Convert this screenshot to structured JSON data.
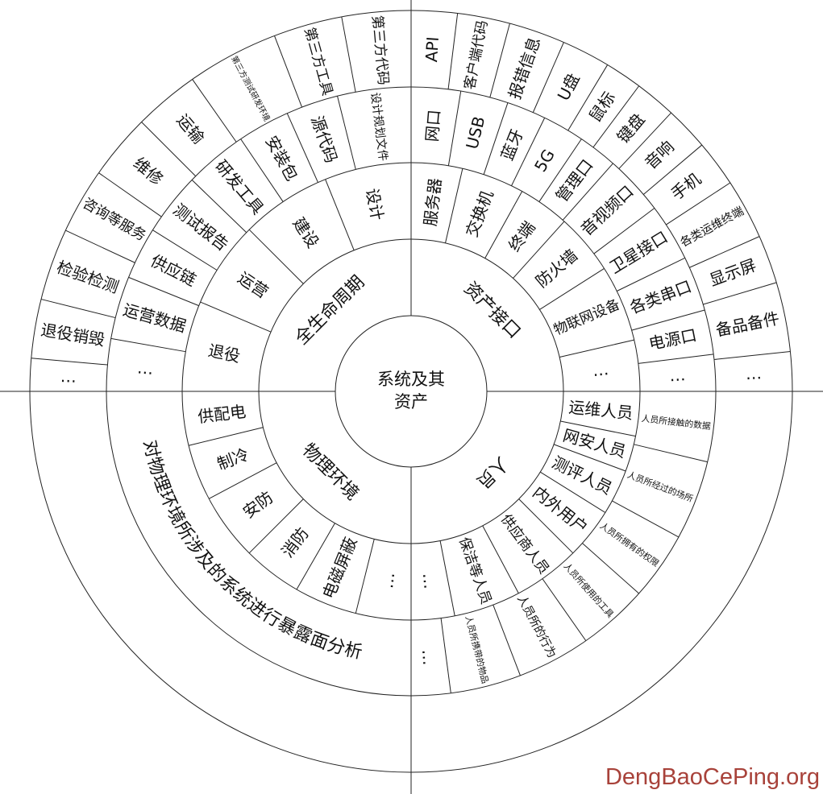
{
  "center": {
    "label_line1": "系统及其",
    "label_line2": "资产"
  },
  "quadrants": {
    "upper_left": {
      "category": "全生命周期",
      "ring2": [
        "设计",
        "建设",
        "运营",
        "退役"
      ],
      "ring3": [
        "设计规划文件",
        "源代码",
        "安装包",
        "研发工具",
        "测试报告",
        "供应链",
        "运营数据",
        "…"
      ],
      "ring4": [
        "第三方代码",
        "第三方工具",
        "第三方测试研发环境",
        "运输",
        "维修",
        "咨询等服务",
        "检验检测",
        "退役销毁",
        "…"
      ]
    },
    "upper_right": {
      "category": "资产接口",
      "ring2": [
        "服务器",
        "交换机",
        "终端",
        "防火墙",
        "物联网设备",
        "…"
      ],
      "ring3": [
        "网口",
        "USB",
        "蓝牙",
        "5G",
        "管理口",
        "音视频口",
        "卫星接口",
        "各类串口",
        "电源口",
        "…"
      ],
      "ring4": [
        "API",
        "客户端代码",
        "报错信息",
        "U盘",
        "鼠标",
        "键盘",
        "音响",
        "手机",
        "各类运维终端",
        "显示屏",
        "备品备件",
        "…"
      ]
    },
    "lower_right": {
      "category": "人员",
      "ring2": [
        "运维人员",
        "网安人员",
        "测评人员",
        "内外用户",
        "供应商人员",
        "保洁等人员",
        "…"
      ],
      "ring3": [
        "人员所接触的数据",
        "人员所经过的场所",
        "人员所拥有的权限",
        "人员所使用的工具",
        "人员所的行为",
        "人员所携带的物品",
        "…"
      ]
    },
    "lower_left": {
      "category": "物理环境",
      "ring2": [
        "供配电",
        "制冷",
        "安防",
        "消防",
        "电磁屏蔽",
        "…"
      ],
      "ring3_curved": "对物理环境所涉及的系统进行暴露面分析"
    }
  },
  "watermark": "DengBaoCePing.org",
  "colors": {
    "line": "#222222",
    "text": "#111111",
    "watermark": "#a8423a"
  }
}
